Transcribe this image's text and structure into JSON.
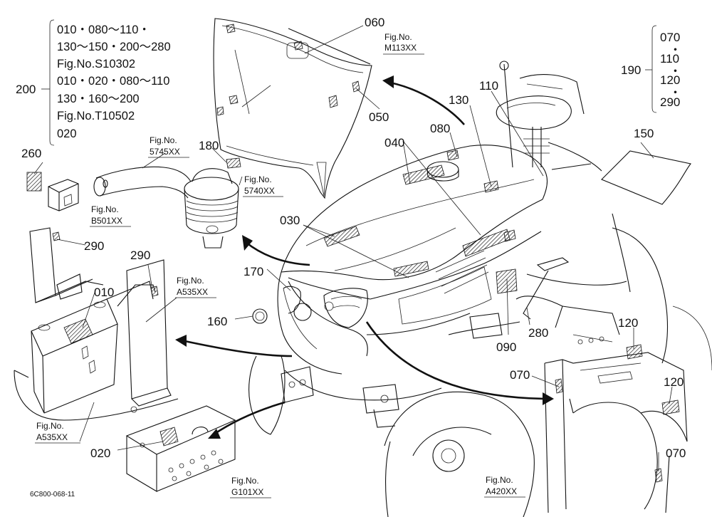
{
  "diagram_id": "6C800-068-11",
  "side_note": {
    "ref": "200",
    "lines": [
      "010・080～110・",
      "130～150・200～280",
      "Fig.No.S10302",
      "010・020・080～110",
      "130・160～200",
      "Fig.No.T10502",
      "020"
    ]
  },
  "ref190": {
    "ref": "190",
    "items": [
      "070",
      "110",
      "120",
      "290"
    ],
    "separator": "・"
  },
  "parts": {
    "p010": "010",
    "p020": "020",
    "p030": "030",
    "p040": "040",
    "p050": "050",
    "p060": "060",
    "p070a": "070",
    "p070b": "070",
    "p080": "080",
    "p090": "090",
    "p110": "110",
    "p120a": "120",
    "p120b": "120",
    "p130": "130",
    "p150": "150",
    "p160": "160",
    "p170": "170",
    "p180": "180",
    "p260": "260",
    "p280": "280",
    "p290a": "290",
    "p290b": "290"
  },
  "figrefs": {
    "m113": {
      "label": "Fig.No.",
      "code": "M113XX"
    },
    "f5745": {
      "label": "Fig.No.",
      "code": "5745XX"
    },
    "f5740": {
      "label": "Fig.No.",
      "code": "5740XX"
    },
    "b501": {
      "label": "Fig.No.",
      "code": "B501XX"
    },
    "a535a": {
      "label": "Fig.No.",
      "code": "A535XX"
    },
    "a535b": {
      "label": "Fig.No.",
      "code": "A535XX"
    },
    "g101": {
      "label": "Fig.No.",
      "code": "G101XX"
    },
    "a420": {
      "label": "Fig.No.",
      "code": "A420XX"
    }
  }
}
